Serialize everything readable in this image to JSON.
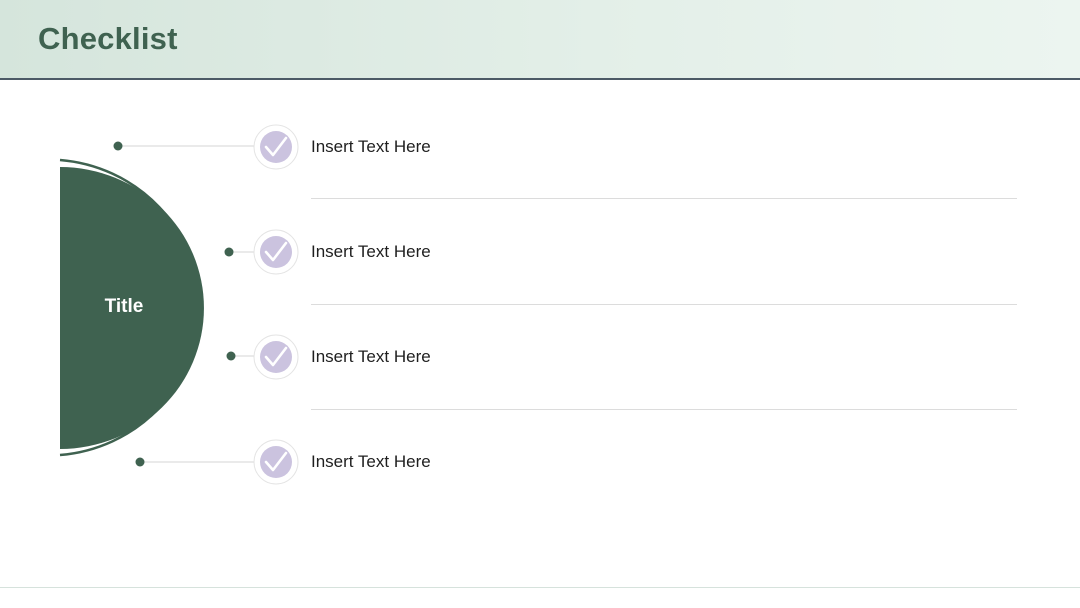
{
  "header": {
    "title": "Checklist"
  },
  "diagram": {
    "center_label": "Title",
    "items": [
      {
        "text": "Insert Text Here"
      },
      {
        "text": "Insert Text Here"
      },
      {
        "text": "Insert Text Here"
      },
      {
        "text": "Insert Text Here"
      }
    ]
  },
  "colors": {
    "primary_green": "#3f6250",
    "check_circle": "#cbc3df",
    "header_border": "#4c5a66"
  },
  "icons": {
    "item_icon": "checkmark-icon"
  }
}
